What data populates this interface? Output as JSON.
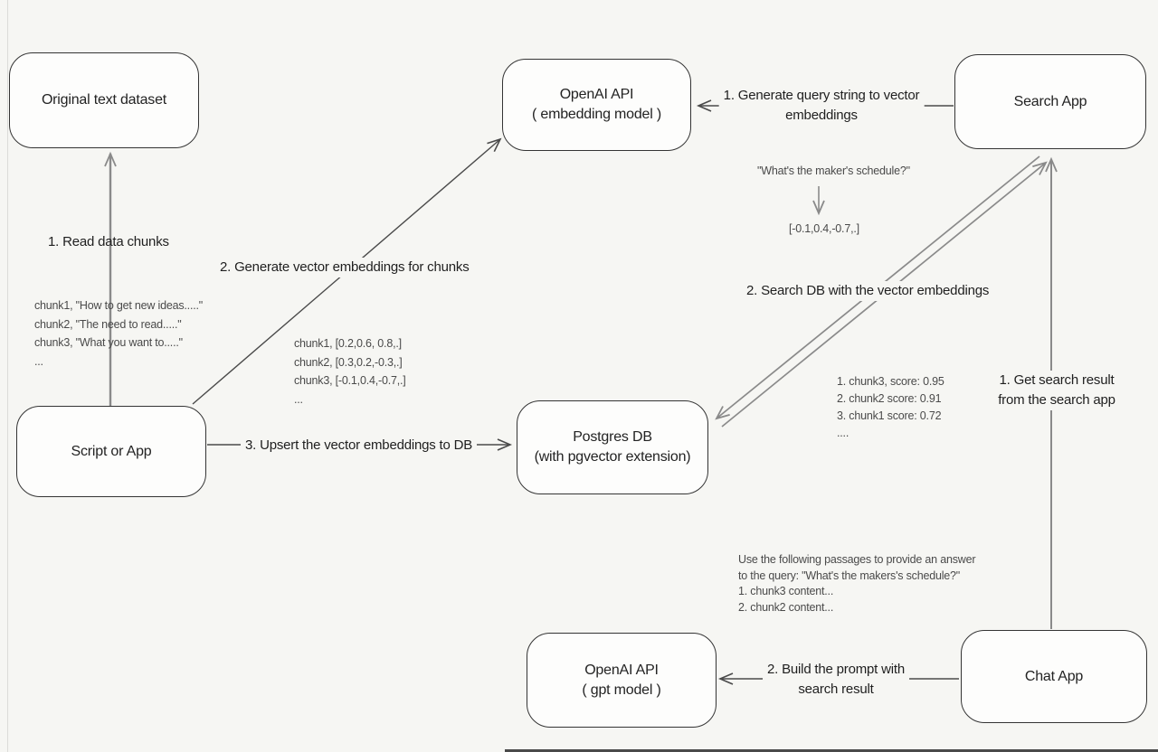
{
  "palette": {
    "background": "#f6f6f3",
    "box_fill": "#fdfdfc",
    "box_border": "#343434",
    "ink": "#1f1f1f",
    "gray_line": "#8a8a8a",
    "dark_line": "#4a4a4a"
  },
  "nodes": {
    "original_dataset": {
      "label": "Original text dataset"
    },
    "openai_embedding": {
      "line1": "OpenAI API",
      "line2": "( embedding model )"
    },
    "search_app": {
      "label": "Search App"
    },
    "script_or_app": {
      "label": "Script or App"
    },
    "postgres_db": {
      "line1": "Postgres DB",
      "line2": "(with pgvector extension)"
    },
    "openai_gpt": {
      "line1": "OpenAI API",
      "line2": "( gpt model )"
    },
    "chat_app": {
      "label": "Chat App"
    }
  },
  "edge_labels": {
    "read_chunks": "1. Read data chunks",
    "generate_embeddings": "2. Generate vector embeddings for chunks",
    "upsert": "3. Upsert the vector embeddings  to DB",
    "query_to_vector_line1": "1. Generate query string to vector",
    "query_to_vector_line2": "embeddings",
    "search_db": "2. Search DB with the vector embeddings",
    "get_result_line1": "1. Get search result",
    "get_result_line2": "from the search app",
    "build_prompt_line1": "2. Build the prompt with",
    "build_prompt_line2": "search result"
  },
  "annotations": {
    "chunk_texts": [
      "chunk1, \"How to get new ideas.....\"",
      "chunk2, \"The need to read.....\"",
      "chunk3, \"What you want to.....\"",
      "..."
    ],
    "chunk_vectors": [
      "chunk1, [0.2,0.6, 0.8,.]",
      "chunk2, [0.3,0.2,-0.3,.]",
      "chunk3, [-0.1,0.4,-0.7,.]",
      "..."
    ],
    "query_text": "\"What's the maker's schedule?\"",
    "query_vector": "[-0.1,0.4,-0.7,.]",
    "search_scores": [
      "1. chunk3, score: 0.95",
      "2. chunk2 score: 0.91",
      "3. chunk1 score: 0.72",
      "...."
    ],
    "prompt_lines": [
      "Use the following passages to provide an answer",
      "to the query: \"What's the makers's schedule?\"",
      "1. chunk3 content...",
      "2. chunk2 content..."
    ]
  }
}
